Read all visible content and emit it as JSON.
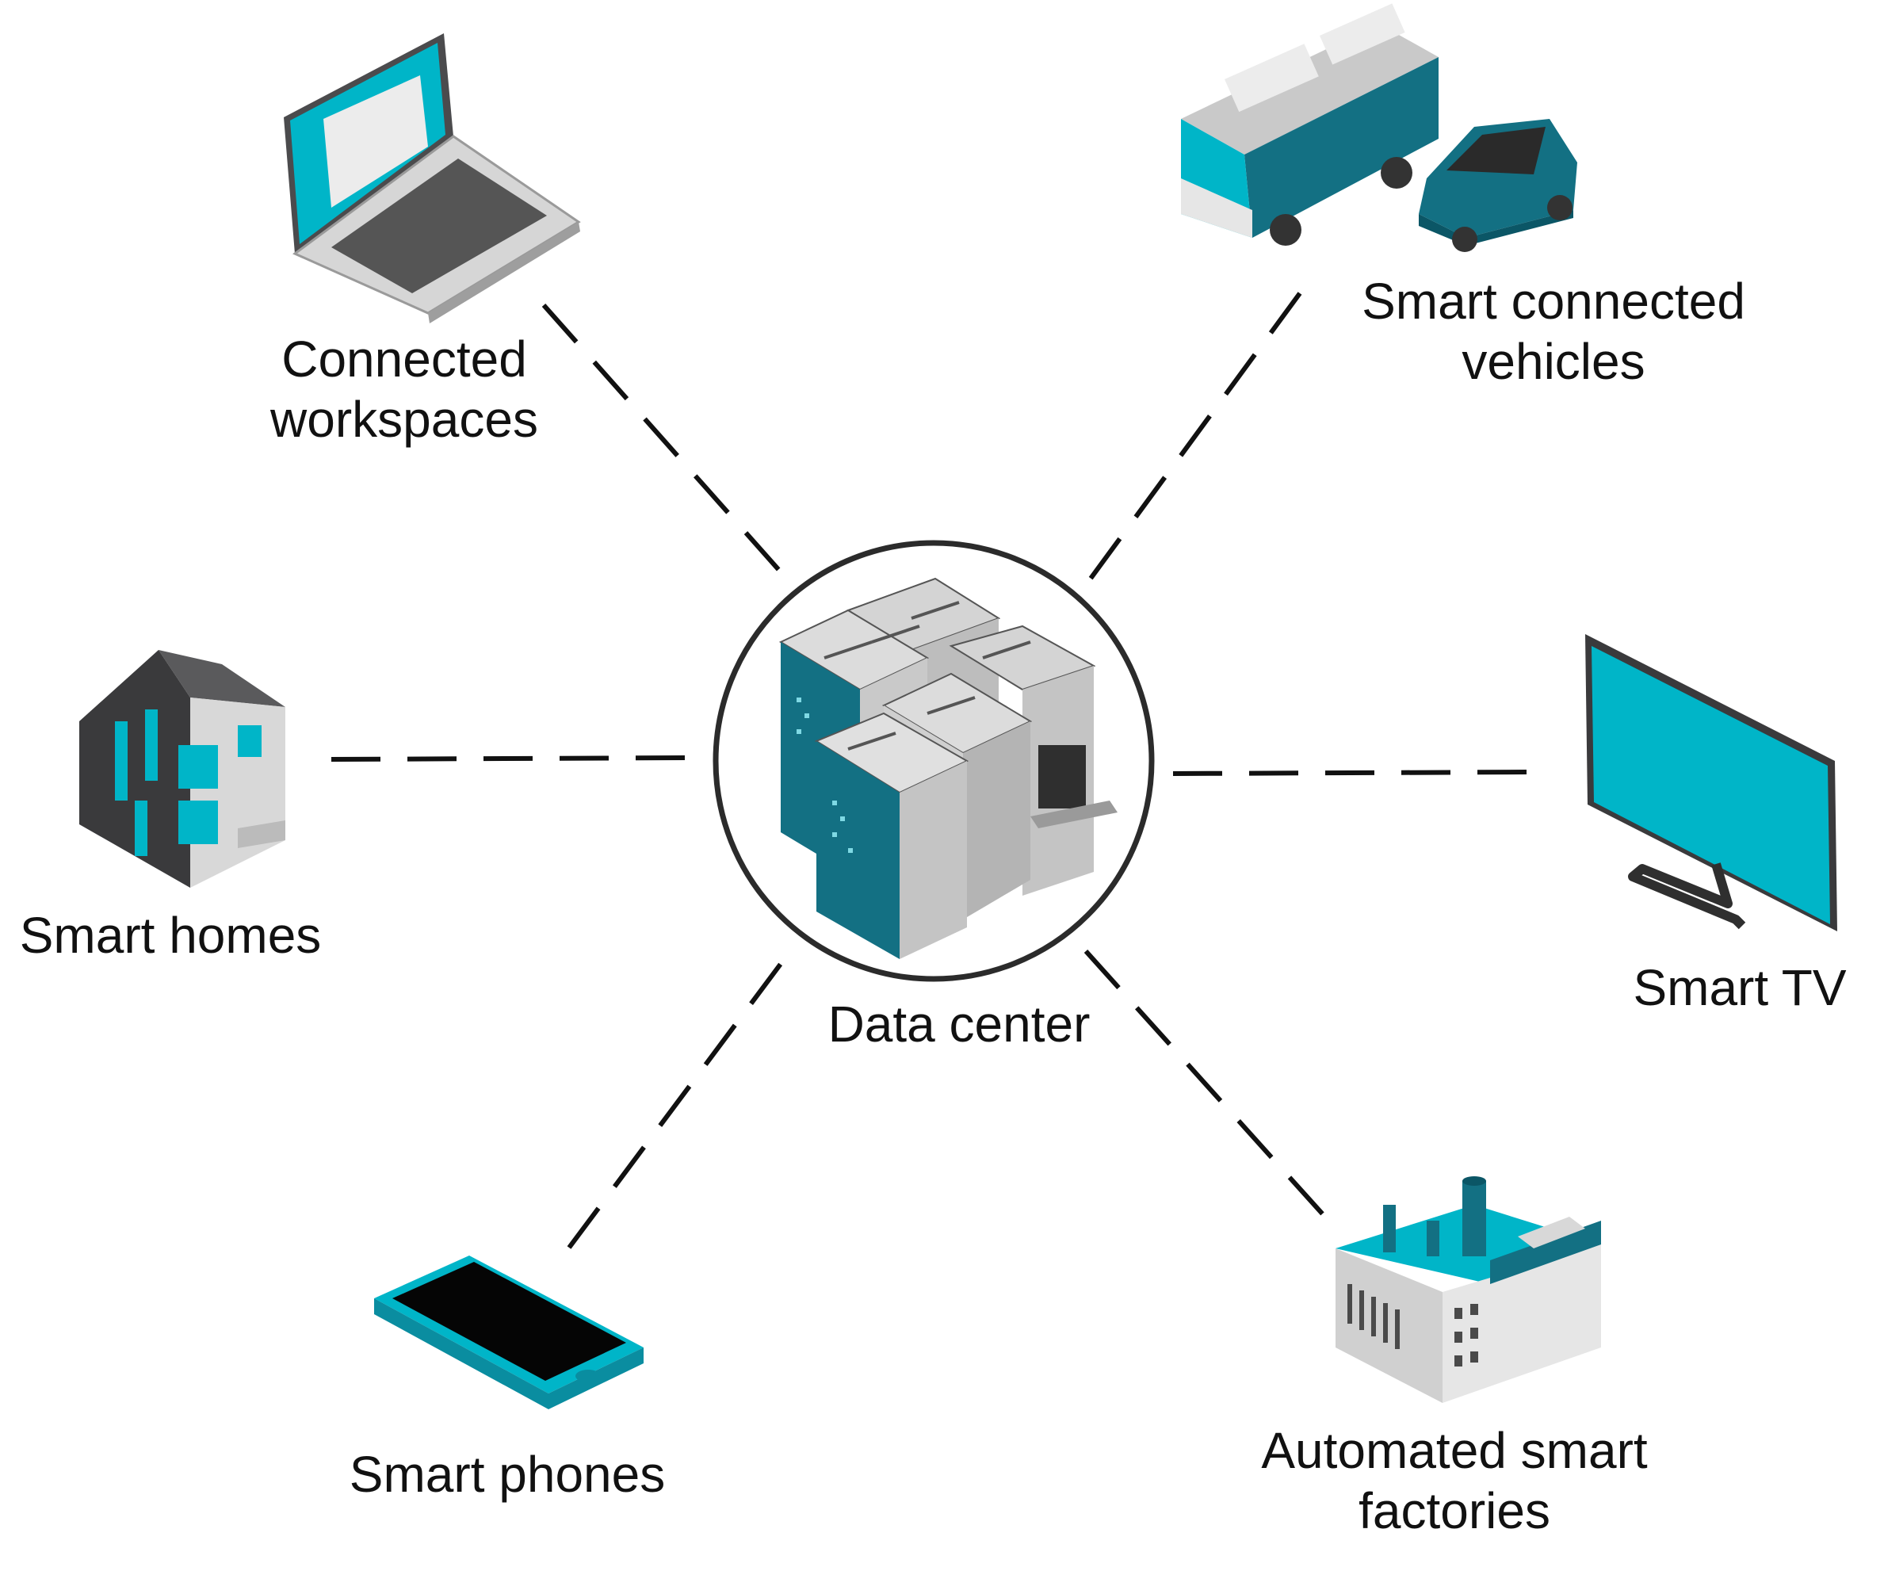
{
  "hub": {
    "label": "Data center"
  },
  "nodes": [
    {
      "id": "workspaces",
      "icon": "laptop-icon",
      "lines": [
        "Connected",
        "workspaces"
      ]
    },
    {
      "id": "vehicles",
      "icon": "vehicles-icon",
      "lines": [
        "Smart connected",
        "vehicles"
      ]
    },
    {
      "id": "homes",
      "icon": "house-icon",
      "lines": [
        "Smart homes"
      ]
    },
    {
      "id": "tv",
      "icon": "tv-icon",
      "lines": [
        "Smart TV"
      ]
    },
    {
      "id": "phones",
      "icon": "smartphone-icon",
      "lines": [
        "Smart phones"
      ]
    },
    {
      "id": "factories",
      "icon": "factory-icon",
      "lines": [
        "Automated smart",
        "factories"
      ]
    }
  ],
  "colors": {
    "accent": "#00B5C8",
    "accent_dark": "#137083",
    "dark_gray": "#3A3A3C",
    "light_gray": "#D9D9D9",
    "line": "#111111"
  }
}
